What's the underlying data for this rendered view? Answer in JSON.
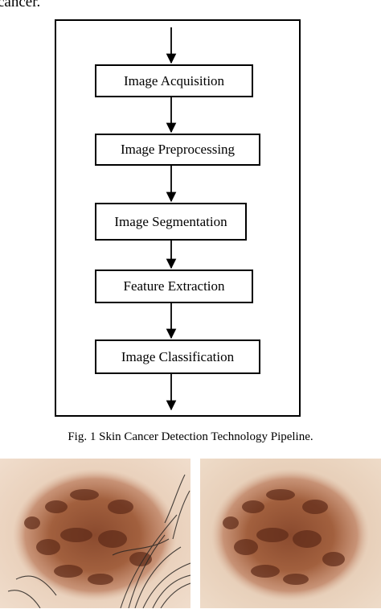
{
  "intro_text_fragment": "cancer.",
  "pipeline": {
    "steps": [
      "Image Acquisition",
      "Image Preprocessing",
      "Image Segmentation",
      "Feature Extraction",
      "Image Classification"
    ]
  },
  "caption": "Fig. 1 Skin Cancer Detection Technology Pipeline.",
  "images": [
    {
      "depicts": "dermoscopic skin lesion with hair"
    },
    {
      "depicts": "dermoscopic skin lesion with hair removed"
    }
  ]
}
